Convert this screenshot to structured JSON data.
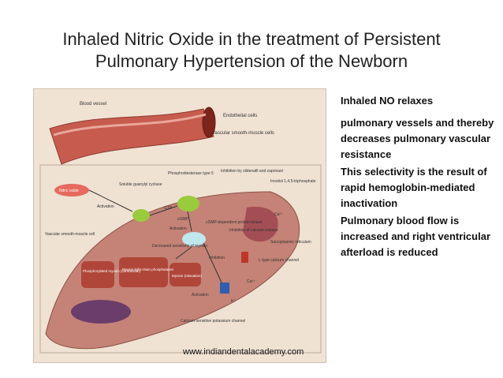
{
  "title": {
    "line1": "Inhaled Nitric Oxide in the treatment of Persistent",
    "line2": "Pulmonary Hypertension of the Newborn"
  },
  "notes": [
    "Inhaled NO relaxes",
    "pulmonary  vessels and thereby decreases pulmonary vascular resistance",
    "This selectivity is the result of rapid hemoglobin-mediated inactivation",
    "Pulmonary blood flow is increased and right ventricular afterload is reduced"
  ],
  "footer": "www.indiandentalacademy.com",
  "figure": {
    "labels": {
      "blood_vessel": "Blood vessel",
      "endothelial": "Endothelial cells",
      "smooth_muscle": "Vascular smooth-muscle cells",
      "pde5": "Phosphodiesterase type 5",
      "sildenafil": "Inhibition by sildenafil and zaprinast",
      "soluble_gc": "Soluble guanylyl cyclase",
      "nitric_oxide": "Nitric oxide",
      "inositol": "Inositol 1,4,5-triphosphate",
      "gtp": "GTP",
      "cgmp": "cGMP",
      "activation1": "Activation",
      "pkinase": "cGMP-dependent protein kinase",
      "inhib_release": "Inhibition of calcium release",
      "activation2": "Activation",
      "decreased": "Decreased sensitivity of myosin",
      "ca": "Ca²⁺",
      "vsm_cell": "Vascular smooth-muscle cell",
      "sarcoplasmic": "Sarcoplasmic reticulum",
      "inhibition": "Inhibition",
      "phospho": "Phosphorylated myosin (contraction)",
      "mlcp": "Myosin light-chain phosphatases",
      "myosin_relax": "Myosin (relaxation)",
      "activation3": "Activation",
      "ltype": "L-type calcium channel",
      "k": "K⁺",
      "ca2": "Ca²⁺",
      "kchannel": "Calcium-sensitive potassium channel"
    }
  }
}
